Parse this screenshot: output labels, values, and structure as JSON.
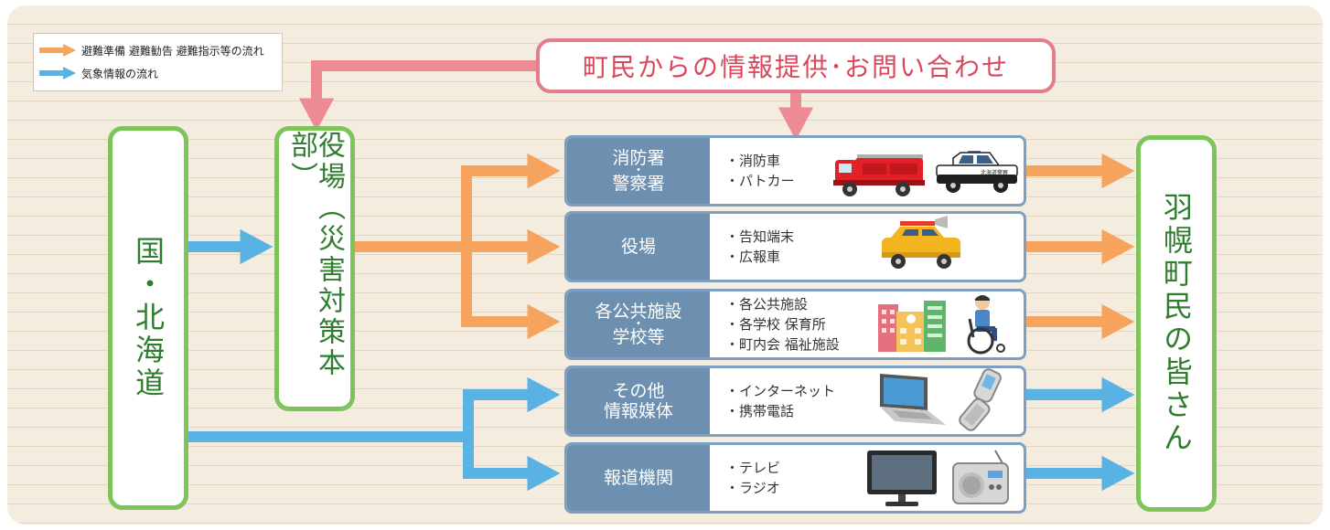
{
  "legend": {
    "orange_label": "避難準備 避難勧告 避難指示等の流れ",
    "blue_label": "気象情報の流れ"
  },
  "callout": "町民からの情報提供･お問い合わせ",
  "left_box": "国・北海道",
  "center_box": "役場︵災害対策本部︶",
  "right_box": "羽幌町民の皆さん",
  "rows": [
    {
      "head": [
        "消防署",
        "・",
        "警察署"
      ],
      "items": [
        "・消防車",
        "・パトカー"
      ],
      "flow": "orange"
    },
    {
      "head": [
        "役場"
      ],
      "items": [
        "・告知端末",
        "・広報車"
      ],
      "flow": "orange"
    },
    {
      "head": [
        "各公共施設",
        "・",
        "学校等"
      ],
      "items": [
        "・各公共施設",
        "・各学校 保育所",
        "・町内会 福祉施設"
      ],
      "flow": "orange"
    },
    {
      "head": [
        "その他",
        "情報媒体"
      ],
      "items": [
        "・インターネット",
        "・携帯電話"
      ],
      "flow": "blue"
    },
    {
      "head": [
        "報道機関"
      ],
      "items": [
        "・テレビ",
        "・ラジオ"
      ],
      "flow": "blue"
    }
  ],
  "police_car_text": "北海道警察",
  "icons": {
    "row1": [
      "fire-truck-icon",
      "police-car-icon"
    ],
    "row2": [
      "announcement-car-icon"
    ],
    "row3": [
      "public-buildings-icon",
      "wheelchair-person-icon"
    ],
    "row4": [
      "laptop-icon",
      "mobile-phone-icon"
    ],
    "row5": [
      "television-icon",
      "radio-icon"
    ]
  },
  "colors": {
    "orange_flow": "#f6a35d",
    "blue_flow": "#58b3e4",
    "pink_flow": "#ee8a94",
    "green_border": "#7dc55a",
    "row_head": "#6d8fb0"
  }
}
